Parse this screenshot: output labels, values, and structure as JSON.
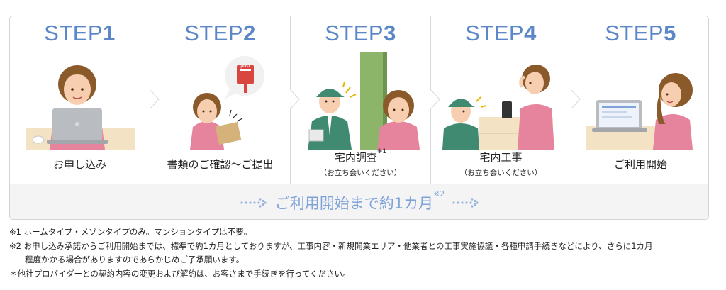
{
  "steps": [
    {
      "prefix": "STEP",
      "num": "1",
      "label": "お申し込み"
    },
    {
      "prefix": "STEP",
      "num": "2",
      "label": "書類のご確認〜ご提出"
    },
    {
      "prefix": "STEP",
      "num": "3",
      "label": "宅内調査",
      "sup": "※1",
      "note": "（お立ち会いください）"
    },
    {
      "prefix": "STEP",
      "num": "4",
      "label": "宅内工事",
      "note": "（お立ち会いください）"
    },
    {
      "prefix": "STEP",
      "num": "5",
      "label": "ご利用開始"
    }
  ],
  "illustration_text": {
    "post": "post"
  },
  "duration": {
    "text": "ご利用開始まで約1カ月",
    "sup": "※2"
  },
  "notes": {
    "n1": "※1 ホームタイプ・メゾンタイプのみ。マンションタイプは不要。",
    "n2a": "※2 お申し込み承諾からご利用開始までは、標準で約1カ月としておりますが、工事内容・新規開業エリア・他業者との工事実施協議・各種申請手続きなどにより、さらに1カ月",
    "n2b": "程度かかる場合がありますのであらかじめご了承願います。",
    "n3": "＊他社プロバイダーとの契約内容の変更および解約は、お客さまで手続きを行ってください。"
  },
  "colors": {
    "accent": "#5b87c8",
    "duration": "#7fa3d8",
    "border": "#d4d4d4"
  }
}
